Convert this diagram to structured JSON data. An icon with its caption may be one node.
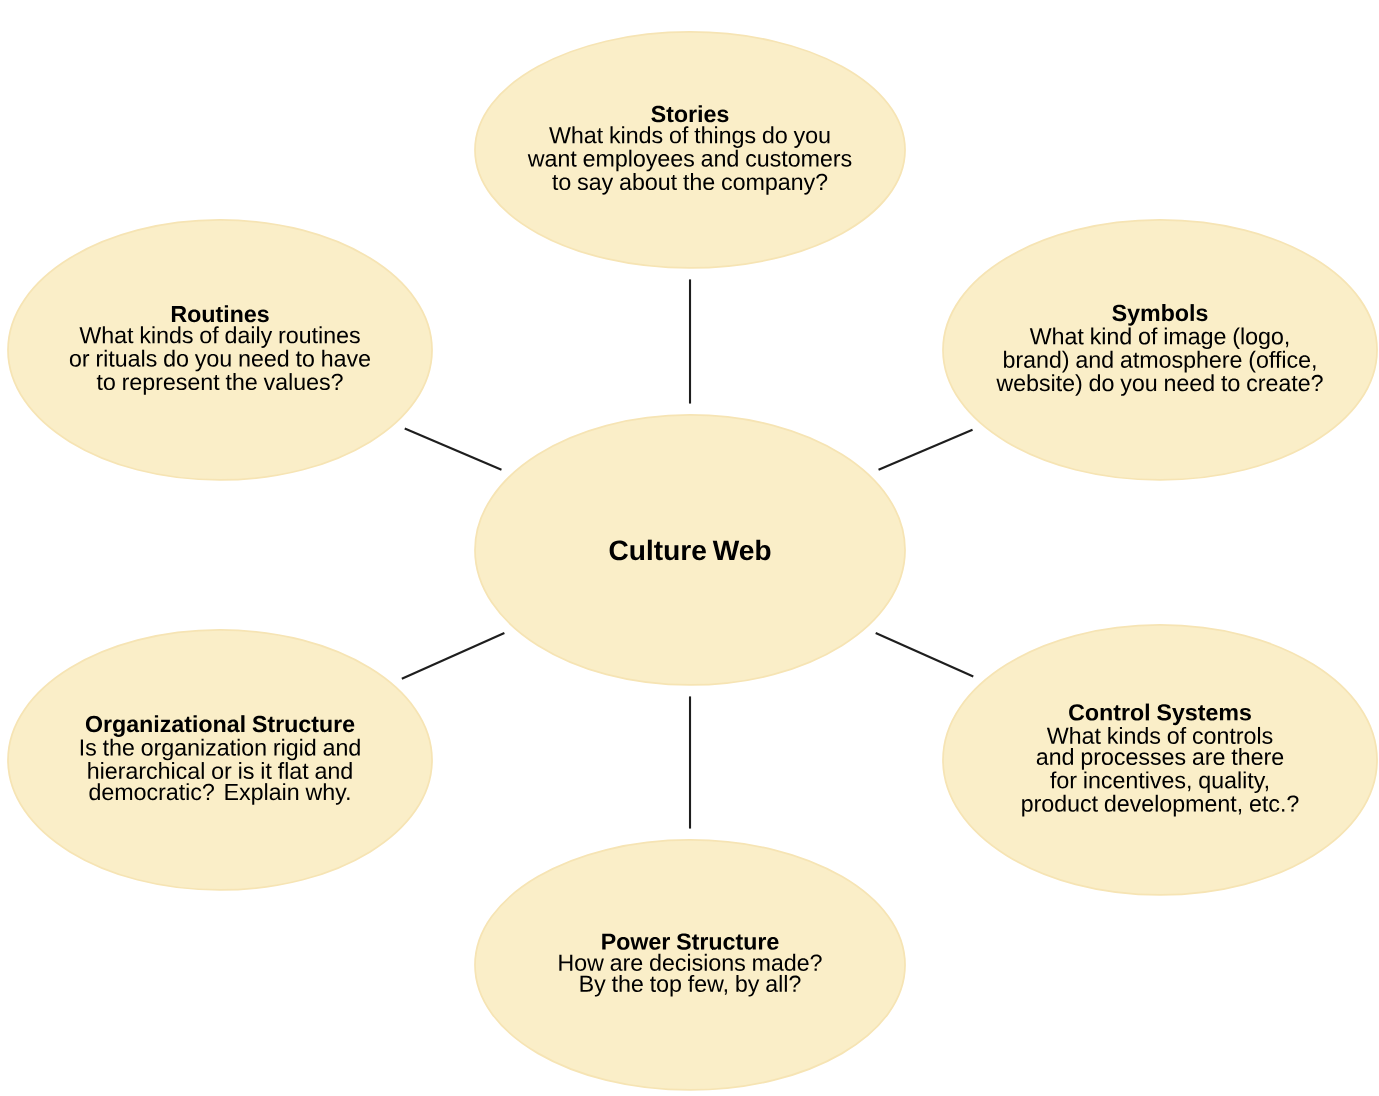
{
  "diagram": {
    "nodes": [
      {
        "text": [
          "Stories",
          "What kinds of things do you want employees and customers to say about the company?"
        ]
      },
      {
        "text": [
          "Routines",
          "What kinds of daily routines or rituals do you need to have to represent the values?"
        ]
      },
      {
        "text": [
          "Symbols",
          "What kind of image (logo, brand) and atmosphere (office, website) do you need to create?"
        ]
      },
      {
        "text": [
          "Culture Web"
        ]
      },
      {
        "text": [
          "Organizational Structure",
          "Is the organization rigid and hierarchical or is it flat and democratic? Explain why."
        ]
      },
      {
        "text": [
          "Control Systems",
          "What kinds of controls and processes are there for incentives, quality, product development, etc.?"
        ]
      },
      {
        "text": [
          "Power Structure",
          "How are decisions made? By the top few, by all?"
        ]
      }
    ],
    "edges": [
      {
        "from": 3,
        "to": 0,
        "arrow": "none"
      },
      {
        "from": 3,
        "to": 1,
        "arrow": "none"
      },
      {
        "from": 3,
        "to": 2,
        "arrow": "none"
      },
      {
        "from": 3,
        "to": 4,
        "arrow": "none"
      },
      {
        "from": 3,
        "to": 5,
        "arrow": "none"
      },
      {
        "from": 3,
        "to": 6,
        "arrow": "none"
      }
    ]
  }
}
